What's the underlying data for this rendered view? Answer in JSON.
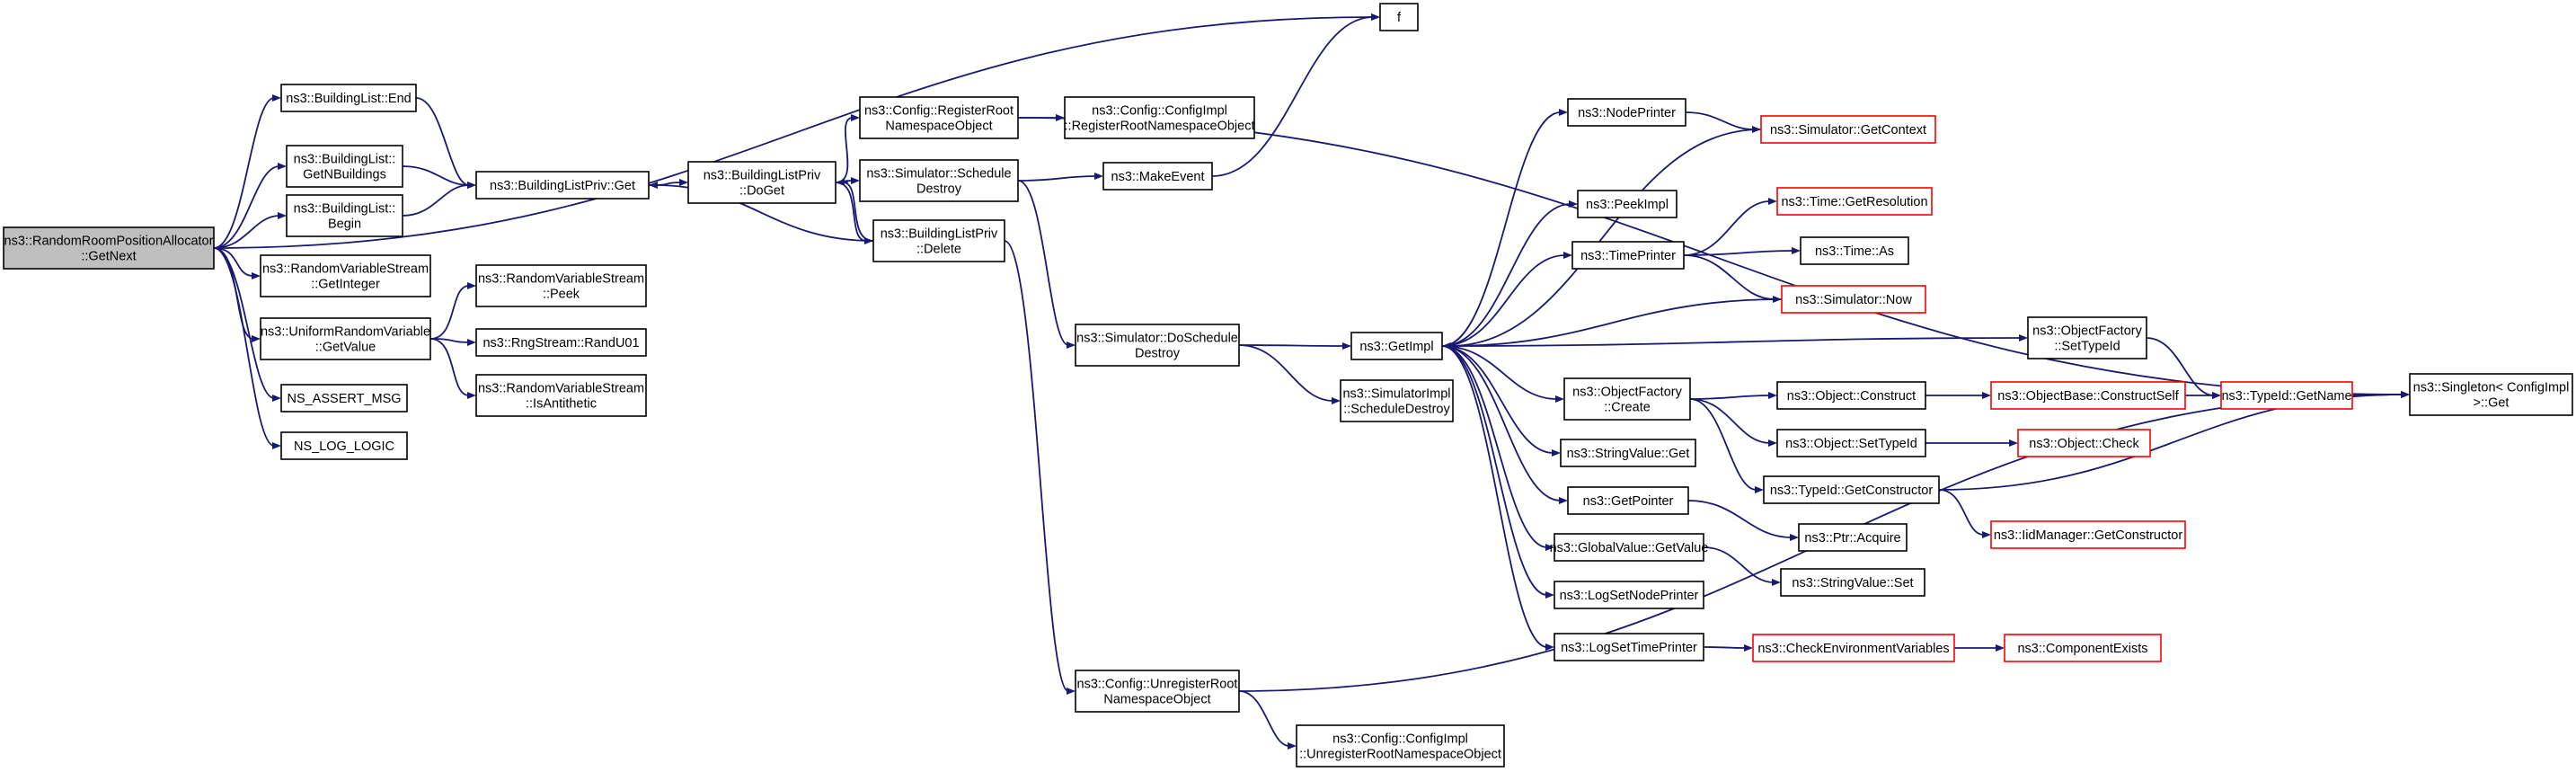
{
  "nodes": [
    {
      "id": "root",
      "lines": [
        "ns3::RandomRoomPositionAllocator",
        "::GetNext"
      ],
      "kind": "root"
    },
    {
      "id": "f",
      "lines": [
        "f"
      ]
    },
    {
      "id": "bl_end",
      "lines": [
        "ns3::BuildingList::End"
      ]
    },
    {
      "id": "bl_getn",
      "lines": [
        "ns3::BuildingList::",
        "GetNBuildings"
      ]
    },
    {
      "id": "bl_begin",
      "lines": [
        "ns3::BuildingList::",
        "Begin"
      ]
    },
    {
      "id": "rvs_getint",
      "lines": [
        "ns3::RandomVariableStream",
        "::GetInteger"
      ]
    },
    {
      "id": "urv_getval",
      "lines": [
        "ns3::UniformRandomVariable",
        "::GetValue"
      ]
    },
    {
      "id": "assert",
      "lines": [
        "NS_ASSERT_MSG"
      ]
    },
    {
      "id": "loglogic",
      "lines": [
        "NS_LOG_LOGIC"
      ]
    },
    {
      "id": "rvs_peek",
      "lines": [
        "ns3::RandomVariableStream",
        "::Peek"
      ]
    },
    {
      "id": "rng_randu",
      "lines": [
        "ns3::RngStream::RandU01"
      ]
    },
    {
      "id": "rvs_anti",
      "lines": [
        "ns3::RandomVariableStream",
        "::IsAntithetic"
      ]
    },
    {
      "id": "blp_get",
      "lines": [
        "ns3::BuildingListPriv::Get"
      ]
    },
    {
      "id": "blp_doget",
      "lines": [
        "ns3::BuildingListPriv",
        "::DoGet"
      ]
    },
    {
      "id": "cfg_reg",
      "lines": [
        "ns3::Config::RegisterRoot",
        "NamespaceObject"
      ]
    },
    {
      "id": "sim_sched",
      "lines": [
        "ns3::Simulator::Schedule",
        "Destroy"
      ]
    },
    {
      "id": "blp_delete",
      "lines": [
        "ns3::BuildingListPriv",
        "::Delete"
      ]
    },
    {
      "id": "cfgimpl_reg",
      "lines": [
        "ns3::Config::ConfigImpl",
        "::RegisterRootNamespaceObject"
      ]
    },
    {
      "id": "makeevent",
      "lines": [
        "ns3::MakeEvent"
      ]
    },
    {
      "id": "sim_dosched",
      "lines": [
        "ns3::Simulator::DoSchedule",
        "Destroy"
      ]
    },
    {
      "id": "cfg_unreg",
      "lines": [
        "ns3::Config::UnregisterRoot",
        "NamespaceObject"
      ]
    },
    {
      "id": "cfgimpl_unreg",
      "lines": [
        "ns3::Config::ConfigImpl",
        "::UnregisterRootNamespaceObject"
      ]
    },
    {
      "id": "getimpl",
      "lines": [
        "ns3::GetImpl"
      ]
    },
    {
      "id": "simimpl_sched",
      "lines": [
        "ns3::SimulatorImpl",
        "::ScheduleDestroy"
      ]
    },
    {
      "id": "nodeprinter",
      "lines": [
        "ns3::NodePrinter"
      ]
    },
    {
      "id": "peekimpl",
      "lines": [
        "ns3::PeekImpl"
      ]
    },
    {
      "id": "timeprinter",
      "lines": [
        "ns3::TimePrinter"
      ]
    },
    {
      "id": "of_create",
      "lines": [
        "ns3::ObjectFactory",
        "::Create"
      ]
    },
    {
      "id": "sv_get",
      "lines": [
        "ns3::StringValue::Get"
      ]
    },
    {
      "id": "getpointer",
      "lines": [
        "ns3::GetPointer"
      ]
    },
    {
      "id": "gv_getvalue",
      "lines": [
        "ns3::GlobalValue::GetValue"
      ]
    },
    {
      "id": "logsetnode",
      "lines": [
        "ns3::LogSetNodePrinter"
      ]
    },
    {
      "id": "logsettime",
      "lines": [
        "ns3::LogSetTimePrinter"
      ]
    },
    {
      "id": "sim_getctx",
      "lines": [
        "ns3::Simulator::GetContext"
      ],
      "kind": "trunc"
    },
    {
      "id": "time_res",
      "lines": [
        "ns3::Time::GetResolution"
      ],
      "kind": "trunc"
    },
    {
      "id": "time_as",
      "lines": [
        "ns3::Time::As"
      ]
    },
    {
      "id": "sim_now",
      "lines": [
        "ns3::Simulator::Now"
      ],
      "kind": "trunc"
    },
    {
      "id": "obj_construct",
      "lines": [
        "ns3::Object::Construct"
      ]
    },
    {
      "id": "obj_settypeid",
      "lines": [
        "ns3::Object::SetTypeId"
      ]
    },
    {
      "id": "tid_getctor",
      "lines": [
        "ns3::TypeId::GetConstructor"
      ]
    },
    {
      "id": "ptr_acquire",
      "lines": [
        "ns3::Ptr::Acquire"
      ]
    },
    {
      "id": "sv_set",
      "lines": [
        "ns3::StringValue::Set"
      ]
    },
    {
      "id": "check_env",
      "lines": [
        "ns3::CheckEnvironmentVariables"
      ],
      "kind": "trunc"
    },
    {
      "id": "comp_exists",
      "lines": [
        "ns3::ComponentExists"
      ],
      "kind": "trunc"
    },
    {
      "id": "of_settypeid",
      "lines": [
        "ns3::ObjectFactory",
        "::SetTypeId"
      ]
    },
    {
      "id": "objbase_cs",
      "lines": [
        "ns3::ObjectBase::ConstructSelf"
      ],
      "kind": "trunc"
    },
    {
      "id": "obj_check",
      "lines": [
        "ns3::Object::Check"
      ],
      "kind": "trunc"
    },
    {
      "id": "iid_getctor",
      "lines": [
        "ns3::IidManager::GetConstructor"
      ],
      "kind": "trunc"
    },
    {
      "id": "tid_getname",
      "lines": [
        "ns3::TypeId::GetName"
      ],
      "kind": "trunc"
    },
    {
      "id": "singleton",
      "lines": [
        "ns3::Singleton< ConfigImpl",
        "&gt;::Get"
      ]
    }
  ],
  "edges": [
    [
      "root",
      "f"
    ],
    [
      "root",
      "bl_end"
    ],
    [
      "root",
      "bl_getn"
    ],
    [
      "root",
      "bl_begin"
    ],
    [
      "root",
      "rvs_getint"
    ],
    [
      "root",
      "urv_getval"
    ],
    [
      "root",
      "assert"
    ],
    [
      "root",
      "loglogic"
    ],
    [
      "urv_getval",
      "rvs_peek"
    ],
    [
      "urv_getval",
      "rng_randu"
    ],
    [
      "urv_getval",
      "rvs_anti"
    ],
    [
      "bl_end",
      "blp_get"
    ],
    [
      "bl_getn",
      "blp_get"
    ],
    [
      "bl_begin",
      "blp_get"
    ],
    [
      "blp_get",
      "blp_doget"
    ],
    [
      "blp_doget",
      "cfg_reg"
    ],
    [
      "blp_doget",
      "sim_sched"
    ],
    [
      "blp_doget",
      "blp_delete"
    ],
    [
      "blp_delete",
      "blp_doget"
    ],
    [
      "blp_delete",
      "blp_get"
    ],
    [
      "blp_delete",
      "cfg_unreg"
    ],
    [
      "cfg_reg",
      "cfgimpl_reg"
    ],
    [
      "cfg_reg",
      "singleton"
    ],
    [
      "sim_sched",
      "makeevent"
    ],
    [
      "sim_sched",
      "sim_dosched"
    ],
    [
      "makeevent",
      "f"
    ],
    [
      "sim_dosched",
      "getimpl"
    ],
    [
      "sim_dosched",
      "simimpl_sched"
    ],
    [
      "cfg_unreg",
      "cfgimpl_unreg"
    ],
    [
      "cfg_unreg",
      "singleton"
    ],
    [
      "getimpl",
      "nodeprinter"
    ],
    [
      "getimpl",
      "peekimpl"
    ],
    [
      "getimpl",
      "timeprinter"
    ],
    [
      "getimpl",
      "of_create"
    ],
    [
      "getimpl",
      "sv_get"
    ],
    [
      "getimpl",
      "getpointer"
    ],
    [
      "getimpl",
      "gv_getvalue"
    ],
    [
      "getimpl",
      "logsetnode"
    ],
    [
      "getimpl",
      "logsettime"
    ],
    [
      "getimpl",
      "of_settypeid"
    ],
    [
      "nodeprinter",
      "sim_getctx"
    ],
    [
      "sim_getctx",
      "getimpl"
    ],
    [
      "timeprinter",
      "time_res"
    ],
    [
      "timeprinter",
      "time_as"
    ],
    [
      "timeprinter",
      "sim_now"
    ],
    [
      "sim_now",
      "getimpl"
    ],
    [
      "of_create",
      "obj_construct"
    ],
    [
      "of_create",
      "obj_settypeid"
    ],
    [
      "of_create",
      "tid_getctor"
    ],
    [
      "obj_construct",
      "objbase_cs"
    ],
    [
      "objbase_cs",
      "tid_getname"
    ],
    [
      "obj_settypeid",
      "obj_check"
    ],
    [
      "tid_getctor",
      "iid_getctor"
    ],
    [
      "tid_getctor",
      "singleton"
    ],
    [
      "getpointer",
      "ptr_acquire"
    ],
    [
      "gv_getvalue",
      "sv_set"
    ],
    [
      "logsettime",
      "check_env"
    ],
    [
      "check_env",
      "comp_exists"
    ],
    [
      "of_settypeid",
      "tid_getname"
    ],
    [
      "tid_getname",
      "singleton"
    ]
  ]
}
